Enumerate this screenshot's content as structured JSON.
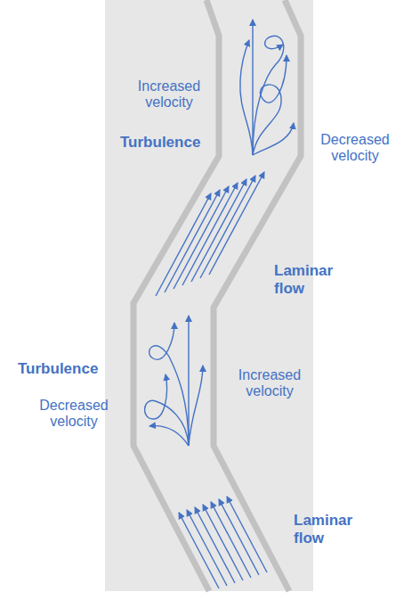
{
  "diagram": {
    "labels": [
      "Increased velocity",
      "Turbulence",
      "Decreased velocity",
      "Laminar flow",
      "Turbulence",
      "Increased velocity",
      "Decreased velocity",
      "Laminar flow"
    ]
  }
}
